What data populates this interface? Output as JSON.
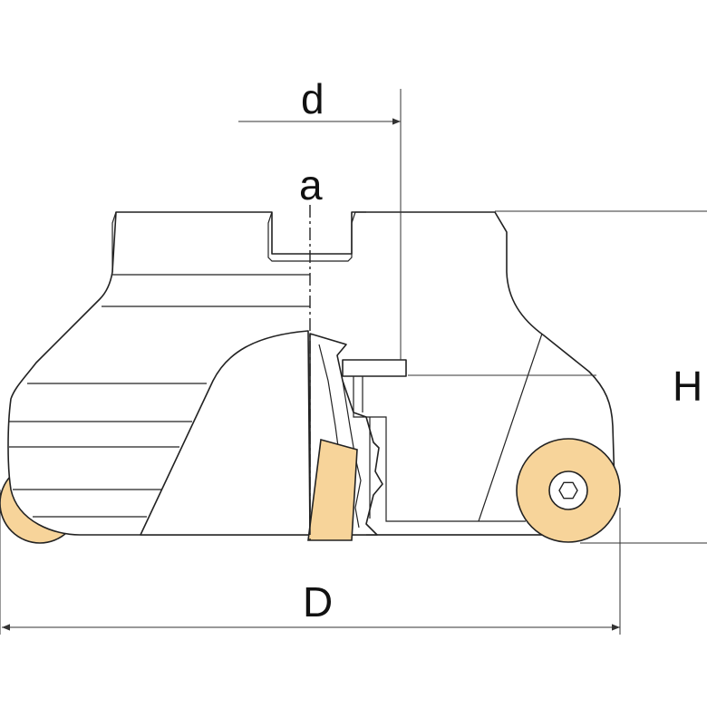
{
  "labels": {
    "d": "d",
    "a": "a",
    "H": "H",
    "D": "D"
  },
  "colors": {
    "insert": "#f7d49a",
    "line": "#222222",
    "background": "#ffffff"
  }
}
